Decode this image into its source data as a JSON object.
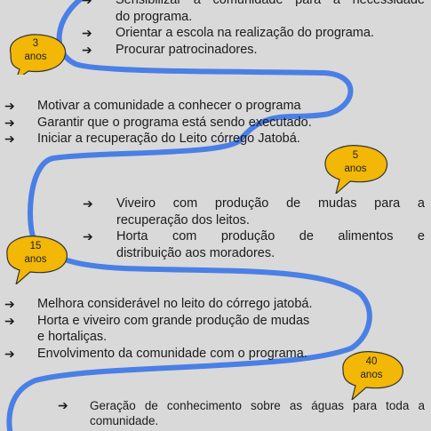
{
  "colors": {
    "path": "#4a7fe5",
    "bubble_fill": "#f2b707",
    "bubble_stroke": "#333333",
    "background": "#d9d9d9"
  },
  "arrow_icon": "➔",
  "bubbles": [
    {
      "num": "3",
      "unit": "anos"
    },
    {
      "num": "5",
      "unit": "anos"
    },
    {
      "num": "15",
      "unit": "anos"
    },
    {
      "num": "40",
      "unit": "anos"
    }
  ],
  "blocks": [
    {
      "items": [
        [
          "Sensibilizar a comunidade para a necessidade",
          "do programa."
        ],
        [
          "Orientar a escola na realização do programa."
        ],
        [
          "Procurar patrocinadores."
        ]
      ]
    },
    {
      "items": [
        [
          "Motivar a comunidade a conhecer o programa"
        ],
        [
          "Garantir que o programa está sendo executado."
        ],
        [
          "Iniciar a recuperação do Leito córrego Jatobá."
        ]
      ]
    },
    {
      "items": [
        [
          "Viveiro com produção de mudas para a",
          "recuperação dos leitos."
        ],
        [
          "Horta com produção de alimentos e",
          "distribuição aos moradores."
        ]
      ]
    },
    {
      "items": [
        [
          "Melhora considerável no leito do córrego jatobá."
        ],
        [
          "Horta e viveiro com grande produção de mudas",
          "e hortaliças."
        ],
        [
          "Envolvimento da comunidade com o programa."
        ]
      ]
    },
    {
      "items": [
        [
          "Geração de conhecimento sobre as águas para toda a",
          "comunidade."
        ]
      ]
    }
  ]
}
